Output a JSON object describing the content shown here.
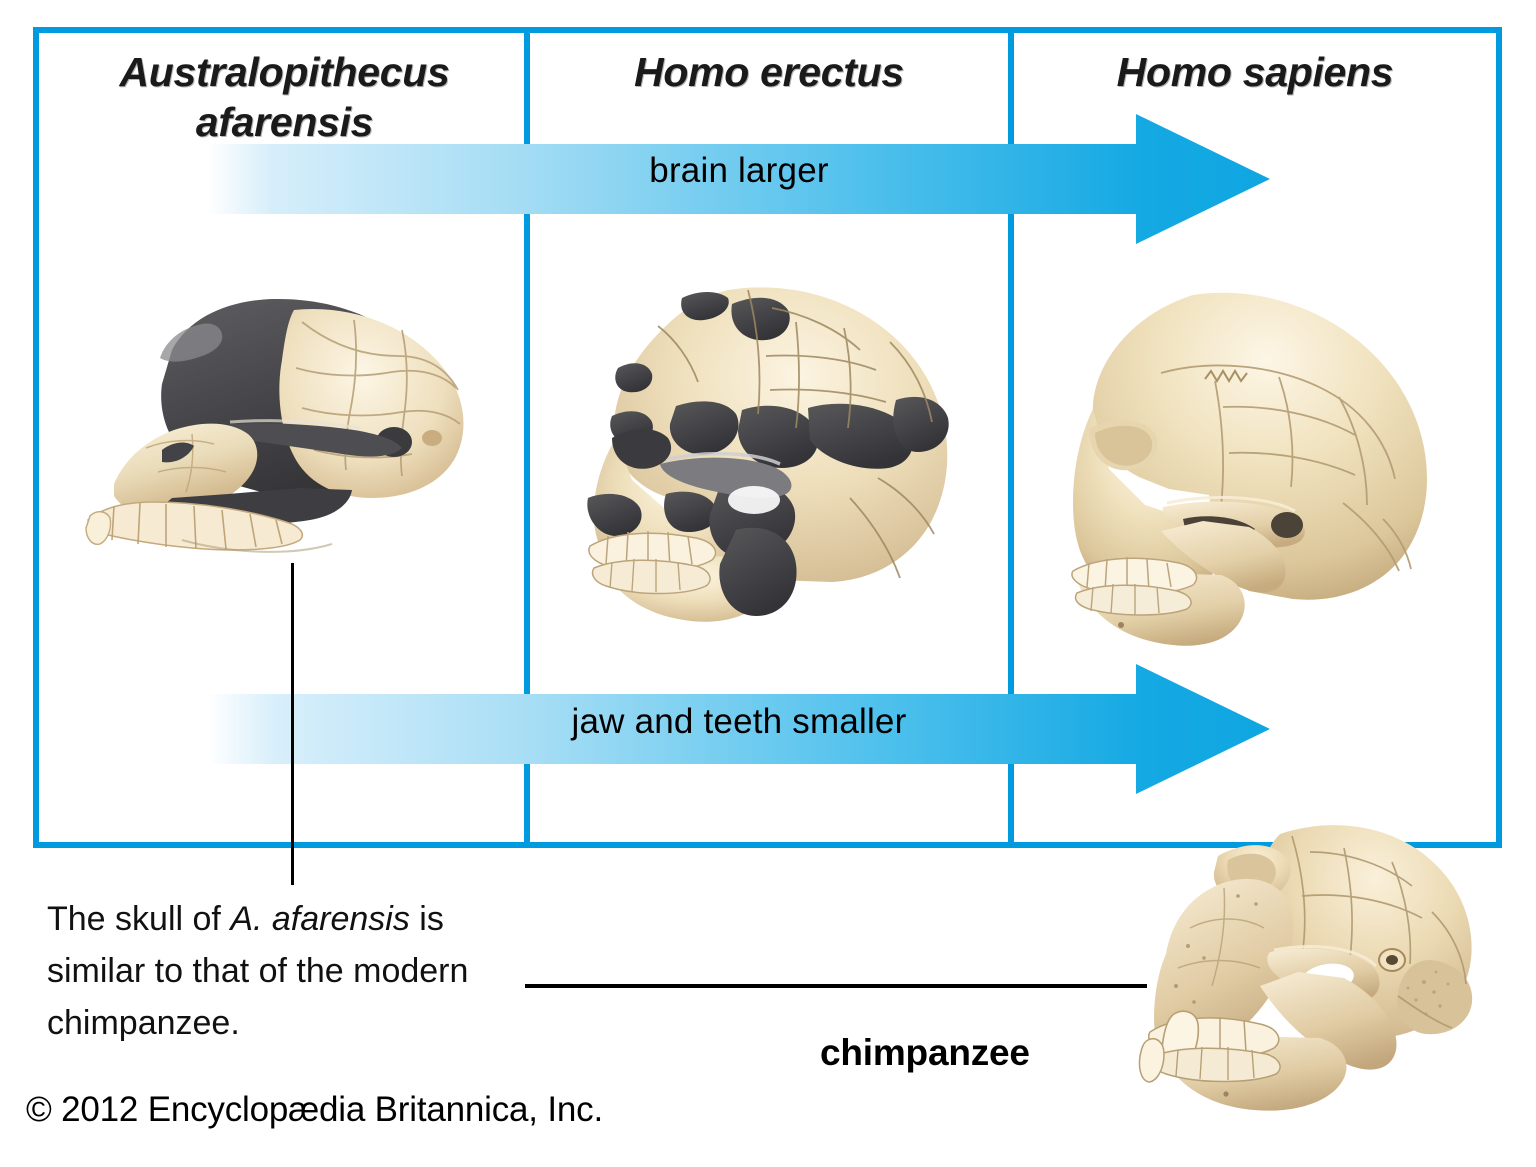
{
  "figure": {
    "title_columns": [
      {
        "label": "Australopithecus afarensis",
        "name": "australopithecus-afarensis"
      },
      {
        "label": "Homo erectus",
        "name": "homo-erectus"
      },
      {
        "label": "Homo sapiens",
        "name": "homo-sapiens"
      }
    ],
    "arrows": [
      {
        "label": "brain larger",
        "direction": "left-to-right"
      },
      {
        "label": "jaw and teeth smaller",
        "direction": "left-to-right"
      }
    ],
    "skulls": [
      {
        "name": "australopithecus-afarensis-skull",
        "species": "Australopithecus afarensis"
      },
      {
        "name": "homo-erectus-skull",
        "species": "Homo erectus"
      },
      {
        "name": "homo-sapiens-skull",
        "species": "Homo sapiens"
      },
      {
        "name": "chimpanzee-skull",
        "species": "chimpanzee"
      }
    ],
    "annotation": {
      "line1": "The skull of ",
      "species_italic": "A. afarensis",
      "line2": " is similar to that of the modern chimpanzee."
    },
    "chimpanzee_label": "chimpanzee",
    "copyright": "© 2012 Encyclopædia Britannica, Inc.",
    "colors": {
      "frame_blue": "#009ADE",
      "arrow_blue": "#15A9E3",
      "arrow_fade": "#ffffff",
      "bone_light": "#F4E4C4",
      "bone_mid": "#DCC394",
      "bone_shadow": "#BFA273",
      "reconstruction_gray": "#4A4A4C",
      "text_black": "#000000"
    }
  }
}
